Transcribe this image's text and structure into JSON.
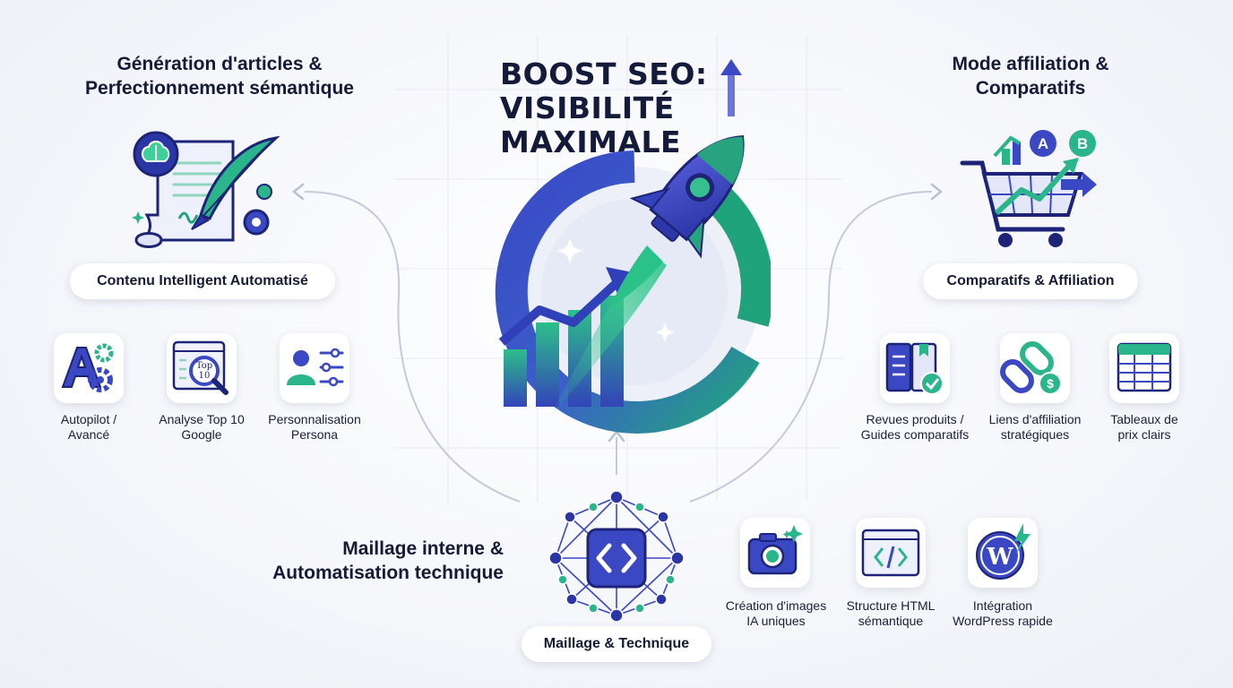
{
  "title": {
    "line1": "BOOST SEO:",
    "line2": "VISIBILITÉ",
    "line3": "MAXIMALE"
  },
  "colors": {
    "navy": "#141a3a",
    "blue": "#3b4bc8",
    "green": "#1fa37a",
    "teal": "#2bb58a",
    "light": "#eef1f8"
  },
  "left": {
    "title_line1": "Génération d'articles &",
    "title_line2": "Perfectionnement sémantique",
    "pill": "Contenu Intelligent Automatisé",
    "features": [
      {
        "icon": "autopilot-gear-icon",
        "line1": "Autopilot /",
        "line2": "Avancé"
      },
      {
        "icon": "top10-search-icon",
        "icon_text_1": "Top",
        "icon_text_2": "10",
        "line1": "Analyse Top 10",
        "line2": "Google"
      },
      {
        "icon": "persona-settings-icon",
        "line1": "Personnalisation",
        "line2": "Persona"
      }
    ]
  },
  "right": {
    "title_line1": "Mode affiliation &",
    "title_line2": "Comparatifs",
    "pill": "Comparatifs & Affiliation",
    "cart_badges": [
      "A",
      "B"
    ],
    "features": [
      {
        "icon": "product-review-icon",
        "line1": "Revues produits /",
        "line2": "Guides comparatifs"
      },
      {
        "icon": "affiliate-link-icon",
        "line1": "Liens d'affiliation",
        "line2": "stratégiques"
      },
      {
        "icon": "price-table-icon",
        "line1": "Tableaux de",
        "line2": "prix clairs"
      }
    ]
  },
  "bottom": {
    "title_line1": "Maillage interne &",
    "title_line2": "Automatisation technique",
    "pill": "Maillage & Technique",
    "features": [
      {
        "icon": "ai-camera-icon",
        "line1": "Création d'images",
        "line2": "IA uniques"
      },
      {
        "icon": "html-code-icon",
        "line1": "Structure HTML",
        "line2": "sémantique"
      },
      {
        "icon": "wordpress-icon",
        "line1": "Intégration",
        "line2": "WordPress rapide"
      }
    ]
  }
}
